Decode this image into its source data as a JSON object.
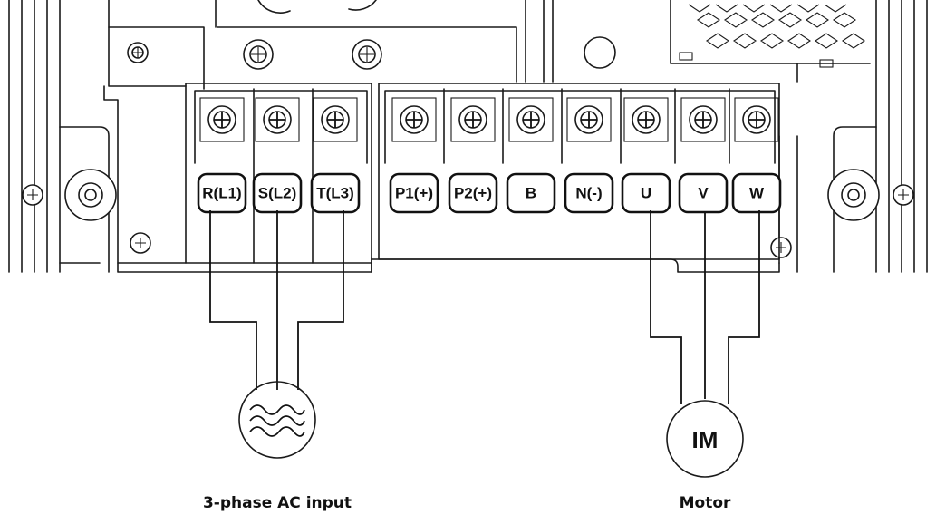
{
  "input_terminals": [
    "R(L1)",
    "S(L2)",
    "T(L3)"
  ],
  "dc_terminals": [
    "P1(+)",
    "P2(+)",
    "B",
    "N(-)"
  ],
  "output_terminals": [
    "U",
    "V",
    "W"
  ],
  "ac_source": {
    "caption": "3-phase AC input",
    "icon": "ac-wave-icon"
  },
  "motor": {
    "symbol": "IM",
    "caption": "Motor"
  }
}
